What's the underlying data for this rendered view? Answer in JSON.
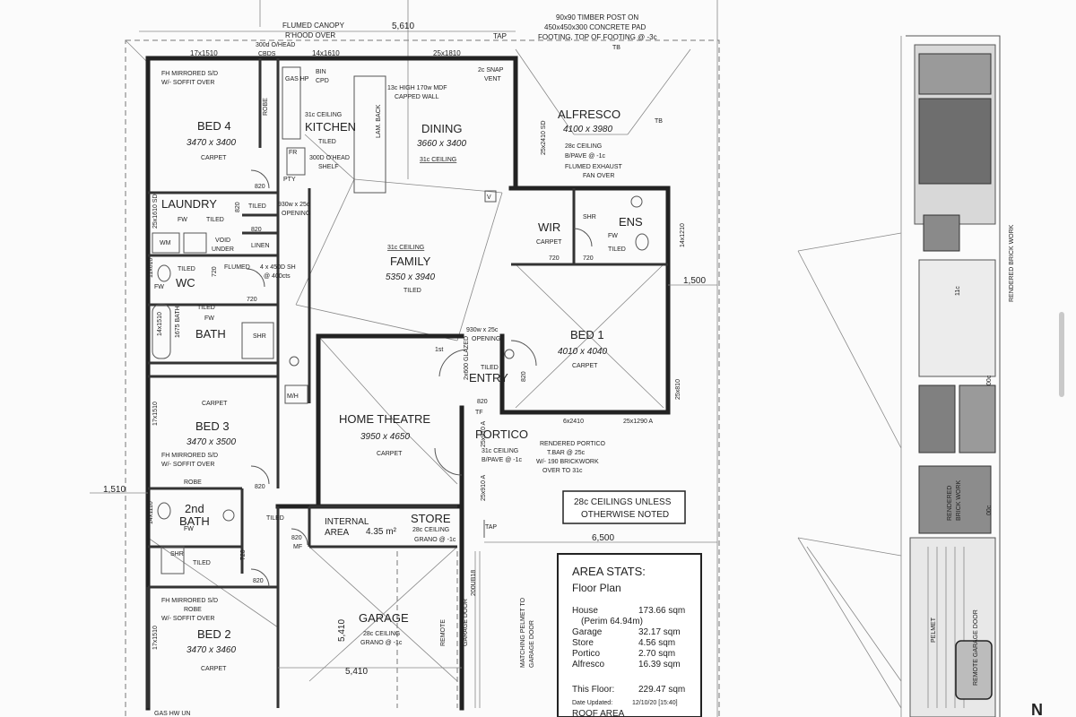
{
  "annotations": {
    "flumed_canopy": "FLUMED CANOPY",
    "rhood_over": "R'HOOD OVER",
    "dim_top": "5,610",
    "tap_top": "TAP",
    "timber_post_1": "90x90 TIMBER POST ON",
    "timber_post_2": "450x450x300 CONCRETE PAD",
    "timber_post_3": "FOOTING, TOP OF FOOTING @ -3c",
    "tb_top": "TB",
    "tb_right": "TB",
    "oh_cbds_1": "300d O/HEAD",
    "oh_cbds_2": "CBDS",
    "win_17x1510_top": "17x1510",
    "win_14x1610": "14x1610",
    "win_25x1810": "25x1810",
    "snap_vent_1": "2c SNAP",
    "snap_vent_2": "VENT",
    "capped_wall_1": "13c HIGH 170w MDF",
    "capped_wall_2": "CAPPED WALL",
    "fh_mirrored_1": "FH MIRRORED S/D",
    "fh_mirrored_2": "W/- SOFFIT OVER",
    "gas_hp": "GAS HP",
    "bin": "BIN",
    "cpd": "CPD",
    "robe": "ROBE",
    "ceiling_31c": "31c CEILING",
    "tiled": "TILED",
    "fr": "FR",
    "shelf_1": "300D O'HEAD",
    "shelf_2": "SHELF",
    "pty": "PTY",
    "lam_back": "LAM. BACK",
    "sd_25x2410": "25x2410 SD",
    "ceiling_28c_1": "28c CEILING",
    "bpave": "B/PAVE @ -1c",
    "flumed_exhaust_1": "FLUMED EXHAUST",
    "flumed_exhaust_2": "FAN OVER",
    "d820": "820",
    "d720": "720",
    "sd_25x1610": "25x1610 SD",
    "opening_930_1": "930w x 25c",
    "opening_930_2": "OPENING",
    "fw": "FW",
    "wm": "WM",
    "void_under_1": "VOID",
    "void_under_2": "UNDER",
    "linen": "LINEN",
    "v_mark": "V",
    "shr": "SHR",
    "win_14x1210": "14x1210",
    "win_11x610": "11x610",
    "flumed": "FLUMED",
    "sh_450": "4 x 450D SH",
    "sh_400": "@ 400cts",
    "bath_1675": "1675 BATH",
    "win_14x1510": "14x1510",
    "dim_1500": "1,500",
    "m_h": "M/H",
    "first": "1st",
    "glazed": "2x600 GLAZED",
    "win_25x810": "25x810",
    "tf": "TF",
    "win_6x2410": "6x2410",
    "win_25x1290": "25x1290 A",
    "rendered_portico_1": "RENDERED PORTICO",
    "rendered_portico_2": "T.BAR @ 25c",
    "rendered_portico_3": "W/- 190 BRICKWORK",
    "rendered_portico_4": "OVER TO 31c",
    "win_25x910": "25x910 A",
    "win_17x1510": "17x1510",
    "dim_1510": "1,510",
    "win_14x1110": "14x1110",
    "mf": "MF",
    "tap": "TAP",
    "dim_6500": "6,500",
    "area_435": "4.35 m²",
    "store_ceiling_1": "28c CEILING",
    "store_ceiling_2": "GRANO @ -1c",
    "b200": "200UB18",
    "remote_garage_door_1": "REMOTE",
    "remote_garage_door_2": "GARAGE DOOR",
    "matching_pelmet_1": "MATCHING PELMET TO",
    "matching_pelmet_2": "GARAGE DOOR",
    "dim_5410": "5,410",
    "gas_hw": "GAS HW UN",
    "pelmet": "PELMET",
    "remote_garage_door_elev": "REMOTE GARAGE DOOR",
    "rendered_brick_1": "RENDERED",
    "rendered_brick_2": "BRICK WORK",
    "rendered_brickwork": "RENDERED BRICK WORK",
    "c11": "11c",
    "c00_1": "00c",
    "c00_2": "00c",
    "north": "N"
  },
  "rooms": {
    "bed4": {
      "name": "BED 4",
      "size": "3470 x 3400",
      "finish": "CARPET"
    },
    "kitchen": {
      "name": "KITCHEN"
    },
    "dining": {
      "name": "DINING",
      "size": "3660 x 3400",
      "ceiling": "31c CEILING"
    },
    "alfresco": {
      "name": "ALFRESCO",
      "size": "4100 x 3980"
    },
    "laundry": {
      "name": "LAUNDRY"
    },
    "wir": {
      "name": "WIR",
      "finish": "CARPET"
    },
    "ens": {
      "name": "ENS"
    },
    "wc": {
      "name": "WC"
    },
    "family": {
      "name": "FAMILY",
      "size": "5350 x 3940",
      "ceiling": "31c CEILING",
      "finish": "TILED"
    },
    "bath": {
      "name": "BATH"
    },
    "bed1": {
      "name": "BED 1",
      "size": "4010 x 4040",
      "finish": "CARPET"
    },
    "entry": {
      "name": "ENTRY"
    },
    "bed3": {
      "name": "BED 3",
      "size": "3470 x 3500",
      "finish": "CARPET"
    },
    "home_theatre": {
      "name": "HOME THEATRE",
      "size": "3950 x 4650",
      "finish": "CARPET"
    },
    "portico": {
      "name": "PORTICO",
      "ceiling": "31c CEILING",
      "finish": "B/PAVE @ -1c"
    },
    "bath2": {
      "name_1": "2nd",
      "name_2": "BATH"
    },
    "internal_area": {
      "name_1": "INTERNAL",
      "name_2": "AREA"
    },
    "store": {
      "name": "STORE"
    },
    "garage": {
      "name": "GARAGE",
      "ceiling_1": "28c CEILING",
      "ceiling_2": "GRANO @ -1c"
    },
    "bed2": {
      "name": "BED 2",
      "size": "3470 x 3460",
      "finish": "CARPET"
    }
  },
  "notes": {
    "ceilings_1": "28c CEILINGS UNLESS",
    "ceilings_2": "OTHERWISE NOTED"
  },
  "area_stats": {
    "title": "AREA STATS:",
    "subtitle": "Floor Plan",
    "rows": [
      {
        "label": "House",
        "value": "173.66 sqm"
      },
      {
        "label": "(Perim 64.94m)",
        "value": ""
      },
      {
        "label": "Garage",
        "value": "32.17 sqm"
      },
      {
        "label": "Store",
        "value": "4.56 sqm"
      },
      {
        "label": "Portico",
        "value": "2.70 sqm"
      },
      {
        "label": "Alfresco",
        "value": "16.39 sqm"
      }
    ],
    "this_floor_label": "This Floor:",
    "this_floor_value": "229.47 sqm",
    "date_label": "Date Updated:",
    "date_value": "12/10/20 [15:40]",
    "roof_area": "ROOF AREA"
  }
}
